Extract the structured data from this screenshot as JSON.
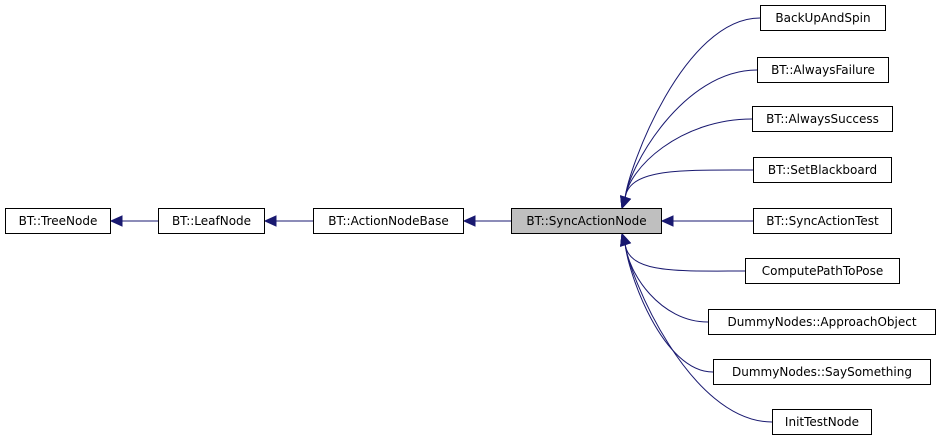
{
  "diagram": {
    "colors": {
      "edge": "#191970",
      "node_border": "#000000",
      "focus_fill": "#bfbfbf",
      "node_fill": "#ffffff"
    },
    "nodes": {
      "tree_node": "BT::TreeNode",
      "leaf_node": "BT::LeafNode",
      "action_node_base": "BT::ActionNodeBase",
      "sync_action_node": "BT::SyncActionNode",
      "back_up_and_spin": "BackUpAndSpin",
      "always_failure": "BT::AlwaysFailure",
      "always_success": "BT::AlwaysSuccess",
      "set_blackboard": "BT::SetBlackboard",
      "sync_action_test": "BT::SyncActionTest",
      "compute_path_to_pose": "ComputePathToPose",
      "approach_object": "DummyNodes::ApproachObject",
      "say_something": "DummyNodes::SaySomething",
      "init_test_node": "InitTestNode"
    },
    "edges": [
      [
        "leaf_node",
        "tree_node"
      ],
      [
        "action_node_base",
        "leaf_node"
      ],
      [
        "sync_action_node",
        "action_node_base"
      ],
      [
        "back_up_and_spin",
        "sync_action_node"
      ],
      [
        "always_failure",
        "sync_action_node"
      ],
      [
        "always_success",
        "sync_action_node"
      ],
      [
        "set_blackboard",
        "sync_action_node"
      ],
      [
        "sync_action_test",
        "sync_action_node"
      ],
      [
        "compute_path_to_pose",
        "sync_action_node"
      ],
      [
        "approach_object",
        "sync_action_node"
      ],
      [
        "say_something",
        "sync_action_node"
      ],
      [
        "init_test_node",
        "sync_action_node"
      ]
    ]
  }
}
